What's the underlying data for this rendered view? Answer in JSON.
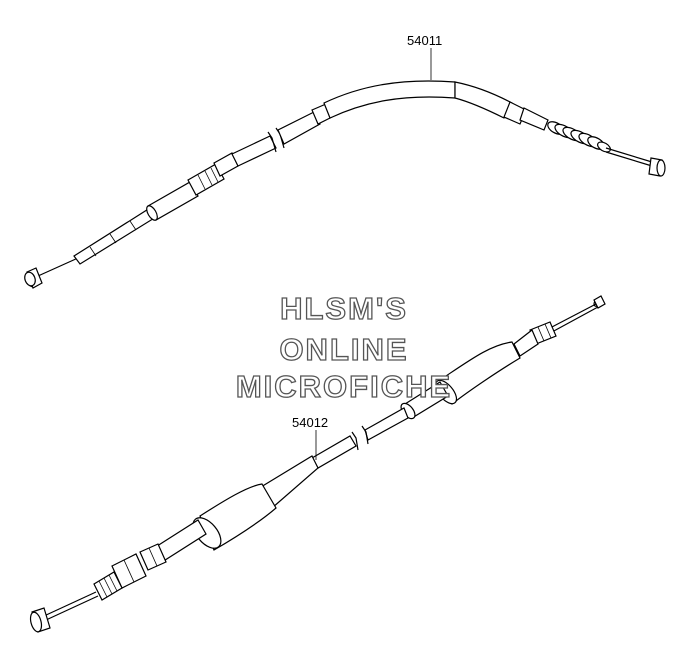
{
  "parts": [
    {
      "number": "54011"
    },
    {
      "number": "54012"
    }
  ],
  "watermark": {
    "line1": "HLSM'S",
    "line2": "ONLINE",
    "line3": "MICROFICHE"
  },
  "colors": {
    "background": "#ffffff",
    "line": "#000000",
    "watermark_outline": "#555555"
  }
}
